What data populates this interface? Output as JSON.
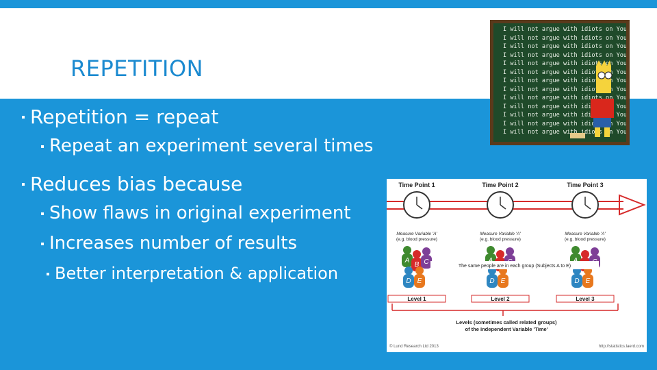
{
  "slide": {
    "title": "REPETITION",
    "bullets": [
      {
        "text": "Repetition = repeat"
      },
      {
        "text": "Repeat an experiment several times"
      },
      {
        "text": "Reduces bias because"
      },
      {
        "text": "Show flaws in original experiment"
      },
      {
        "text": "Increases number of results"
      },
      {
        "text": "Better interpretation & application"
      }
    ]
  },
  "chalkboard": {
    "line_text": "I will not argue with idiots on YouTube.",
    "line_count": 13
  },
  "diagram": {
    "time_points": [
      "Time Point 1",
      "Time Point 2",
      "Time Point 3"
    ],
    "measure_label": "Measure Variable 'A'",
    "measure_example": "(e.g. blood pressure)",
    "people_note": "The same people are in each group (Subjects A to E)",
    "subjects": [
      "A",
      "B",
      "C",
      "D",
      "E"
    ],
    "levels": [
      "Level 1",
      "Level 2",
      "Level 3"
    ],
    "levels_note_line1": "Levels (sometimes called related groups)",
    "levels_note_line2": "of the Independent Variable 'Time'",
    "footer_left": "© Lund Research Ltd 2013",
    "footer_right": "http://statistics.laerd.com",
    "colors": {
      "red": "#d62a2a",
      "green": "#3f8a2f",
      "orange": "#e8781e",
      "purple": "#7e3f97",
      "blue": "#2e86c1"
    }
  }
}
